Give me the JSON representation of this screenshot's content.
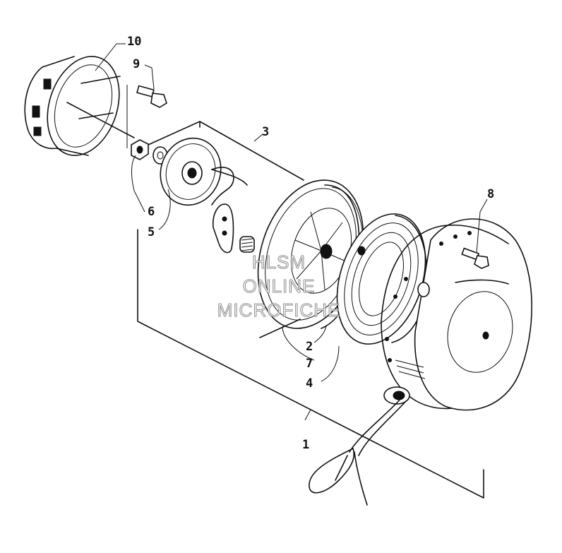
{
  "diagram": {
    "callouts": {
      "c1": "1",
      "c2": "2",
      "c3": "3",
      "c4": "4",
      "c5": "5",
      "c6": "6",
      "c7": "7",
      "c8": "8",
      "c9": "9",
      "c10": "10"
    },
    "watermark": {
      "line1": "HLSM",
      "line2": "ONLINE",
      "line3": "MICROFICHE"
    }
  }
}
